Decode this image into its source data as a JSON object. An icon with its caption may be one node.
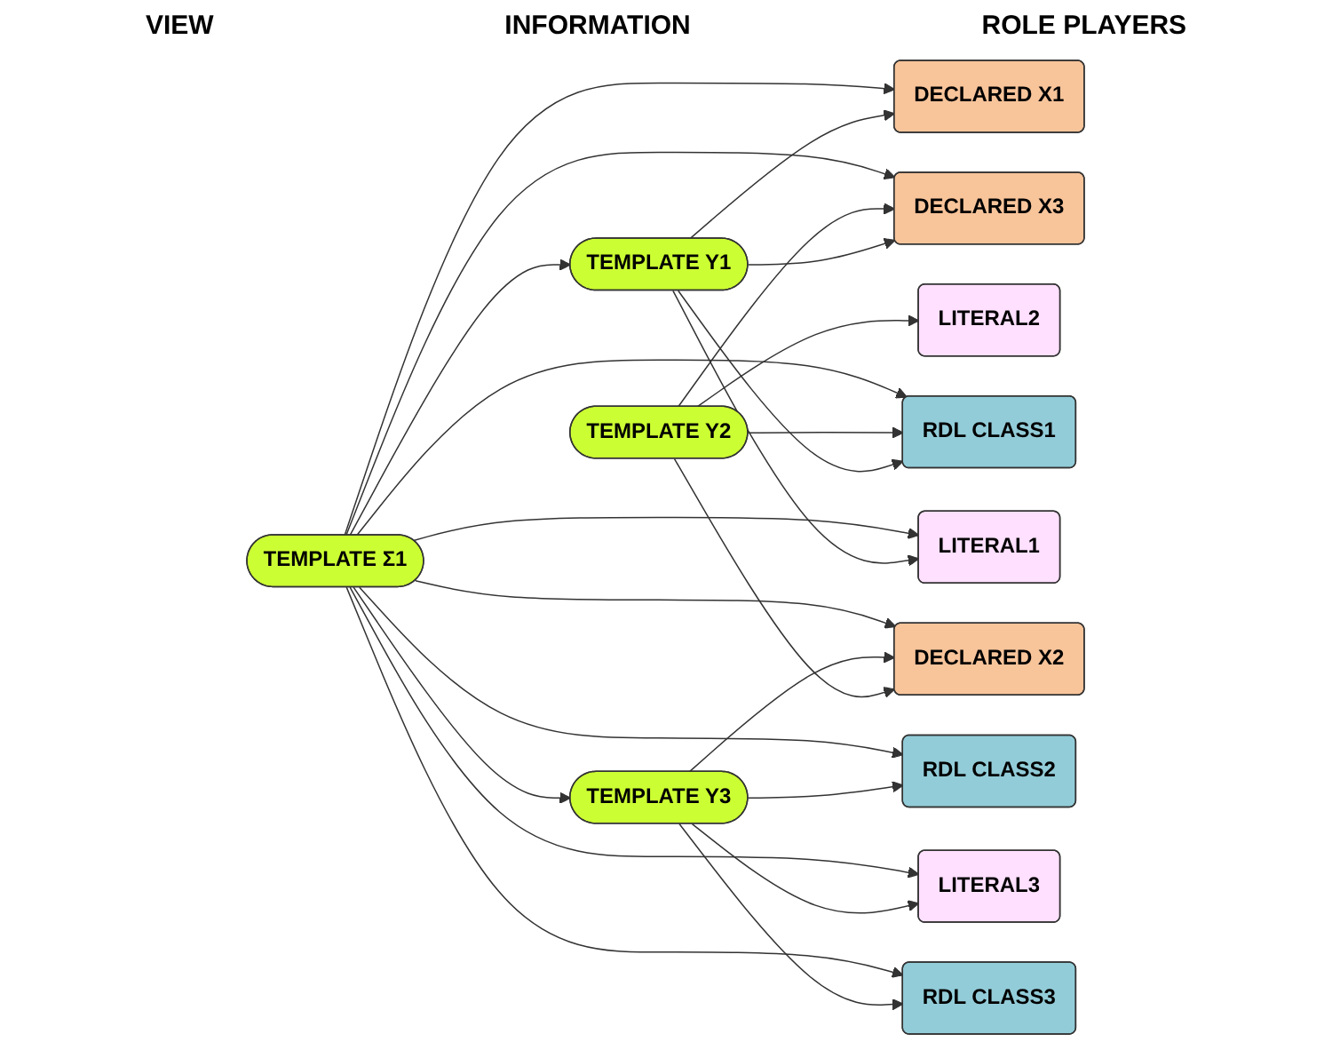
{
  "diagram": {
    "nodes": [
      {
        "text": [
          "TEMPLATE Σ1"
        ]
      },
      {
        "text": [
          "TEMPLATE Y1"
        ]
      },
      {
        "text": [
          "TEMPLATE Y2"
        ]
      },
      {
        "text": [
          "TEMPLATE Y3"
        ]
      },
      {
        "text": [
          "DECLARED X1"
        ]
      },
      {
        "text": [
          "DECLARED X3"
        ]
      },
      {
        "text": [
          "LITERAL1"
        ]
      },
      {
        "text": [
          "RDL CLASS1"
        ]
      },
      {
        "text": [
          "DECLARED X2"
        ]
      },
      {
        "text": [
          "LITERAL2"
        ]
      },
      {
        "text": [
          "RDL CLASS2"
        ]
      },
      {
        "text": [
          "LITERAL3"
        ]
      },
      {
        "text": [
          "RDL CLASS3"
        ]
      }
    ],
    "edges": [
      {
        "from": 0,
        "to": 1,
        "arrow": "to"
      },
      {
        "from": 0,
        "to": 3,
        "arrow": "to"
      },
      {
        "from": 1,
        "to": 4,
        "arrow": "to"
      },
      {
        "from": 1,
        "to": 5,
        "arrow": "to"
      },
      {
        "from": 1,
        "to": 6,
        "arrow": "to"
      },
      {
        "from": 1,
        "to": 7,
        "arrow": "to"
      },
      {
        "from": 2,
        "to": 5,
        "arrow": "to"
      },
      {
        "from": 2,
        "to": 7,
        "arrow": "to"
      },
      {
        "from": 2,
        "to": 8,
        "arrow": "to"
      },
      {
        "from": 2,
        "to": 9,
        "arrow": "to"
      },
      {
        "from": 3,
        "to": 8,
        "arrow": "to"
      },
      {
        "from": 3,
        "to": 10,
        "arrow": "to"
      },
      {
        "from": 3,
        "to": 11,
        "arrow": "to"
      },
      {
        "from": 3,
        "to": 12,
        "arrow": "to"
      },
      {
        "from": 0,
        "to": 4,
        "arrow": "to"
      },
      {
        "from": 0,
        "to": 5,
        "arrow": "to"
      },
      {
        "from": 0,
        "to": 6,
        "arrow": "to"
      },
      {
        "from": 0,
        "to": 7,
        "arrow": "to"
      },
      {
        "from": 0,
        "to": 8,
        "arrow": "to"
      },
      {
        "from": 0,
        "to": 10,
        "arrow": "to"
      },
      {
        "from": 0,
        "to": 11,
        "arrow": "to"
      },
      {
        "from": 0,
        "to": 12,
        "arrow": "to"
      }
    ],
    "labels": [
      "VIEW",
      "INFORMATION",
      "ROLE PLAYERS"
    ]
  }
}
